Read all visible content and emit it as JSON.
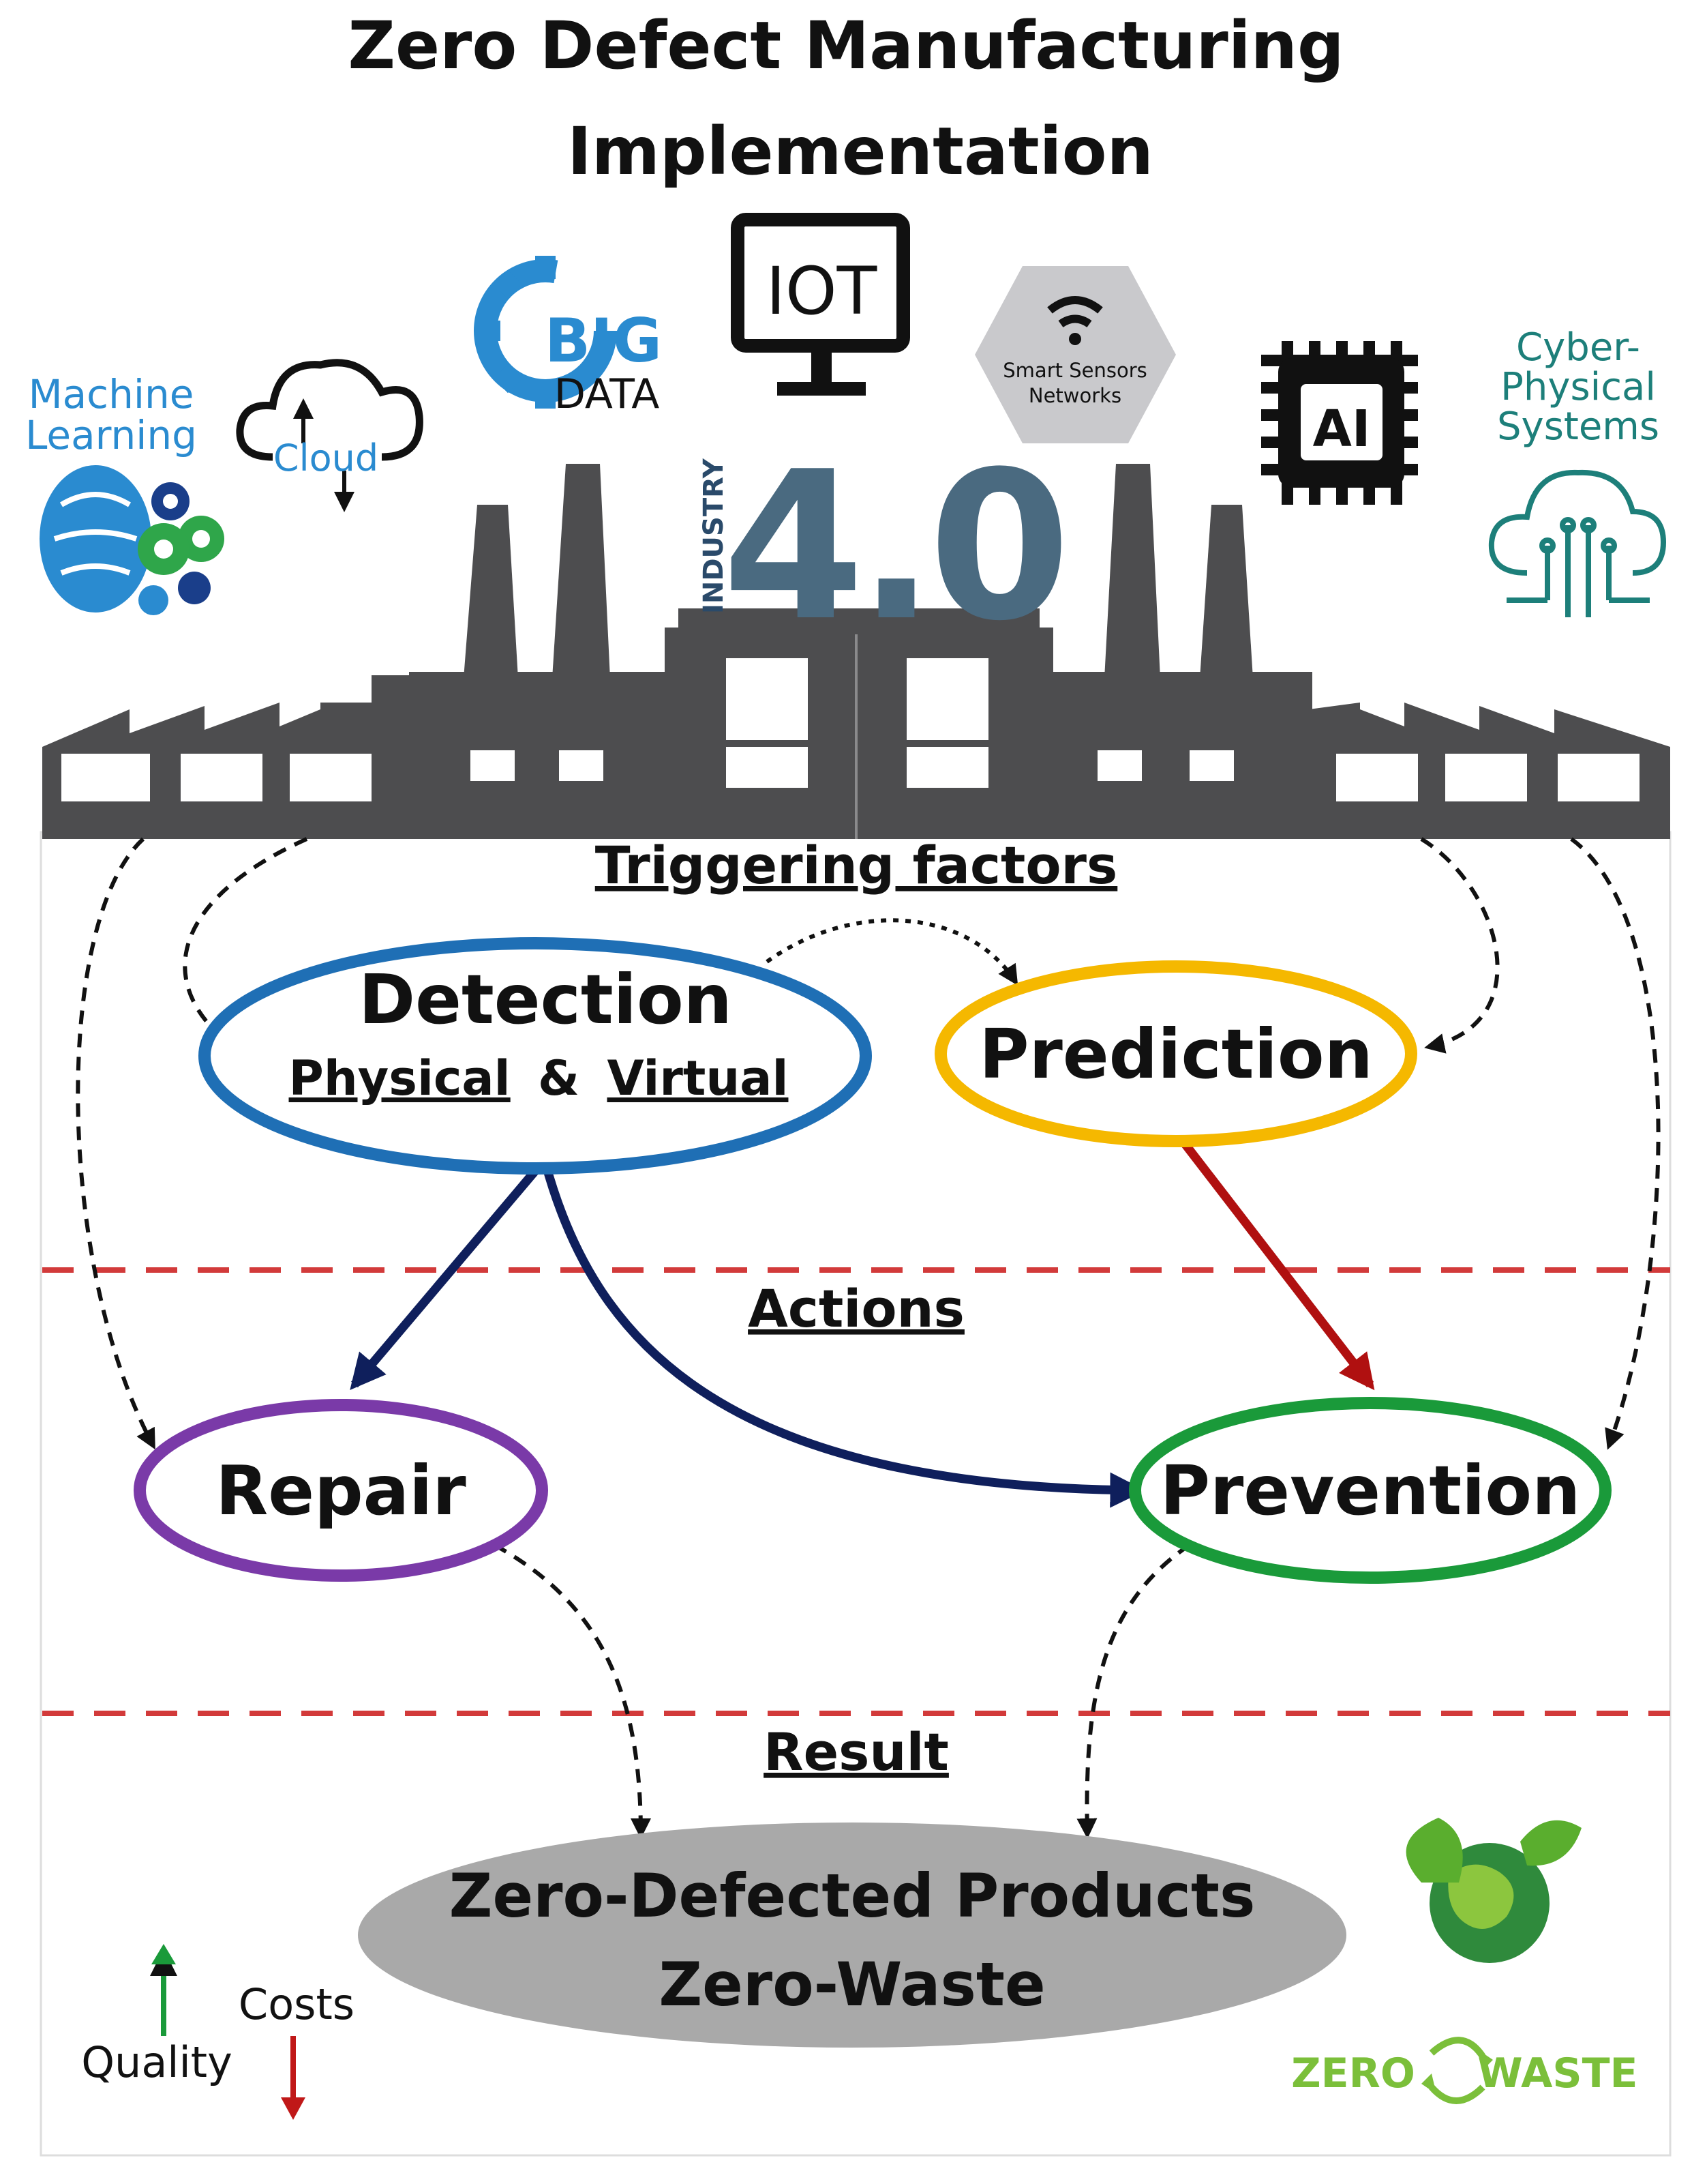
{
  "title": {
    "line1": "Zero Defect Manufacturing",
    "line2": "Implementation"
  },
  "technologies": {
    "machine_learning": {
      "line1": "Machine",
      "line2": "Learning"
    },
    "cloud": "Cloud",
    "big_data": {
      "line1": "BIG",
      "line2": "DATA"
    },
    "iot": "IOT",
    "smart_sensors": {
      "line1": "Smart Sensors",
      "line2": "Networks"
    },
    "ai": "AI",
    "cps": {
      "line1": "Cyber-",
      "line2": "Physical",
      "line3": "Systems"
    },
    "industry": {
      "word": "INDUSTRY",
      "number": "4.0"
    }
  },
  "sections": {
    "triggering": "Triggering factors",
    "actions": "Actions",
    "result": "Result"
  },
  "nodes": {
    "detection": {
      "title": "Detection",
      "sub_physical": "Physical",
      "sub_amp": "&",
      "sub_virtual": "Virtual"
    },
    "prediction": "Prediction",
    "repair": "Repair",
    "prevention": "Prevention",
    "result": {
      "line1": "Zero-Defected Products",
      "line2": "Zero-Waste"
    }
  },
  "legend": {
    "quality": "Quality",
    "costs": "Costs"
  },
  "zero_waste": {
    "left": "ZERO",
    "right": "WASTE"
  },
  "colors": {
    "detection": "#1f6fb5",
    "prediction": "#f5b800",
    "repair": "#7a3aa8",
    "prevention": "#1a9a3a",
    "navy_arrow": "#0f1f5c",
    "red_arrow": "#b01010",
    "factory": "#4d4d4f",
    "separator": "#d23a3a",
    "result_fill": "#a9a9a9",
    "ml_blue": "#2a8bd0",
    "cps_teal": "#1d7f7a",
    "eco_green": "#5aae2e"
  }
}
